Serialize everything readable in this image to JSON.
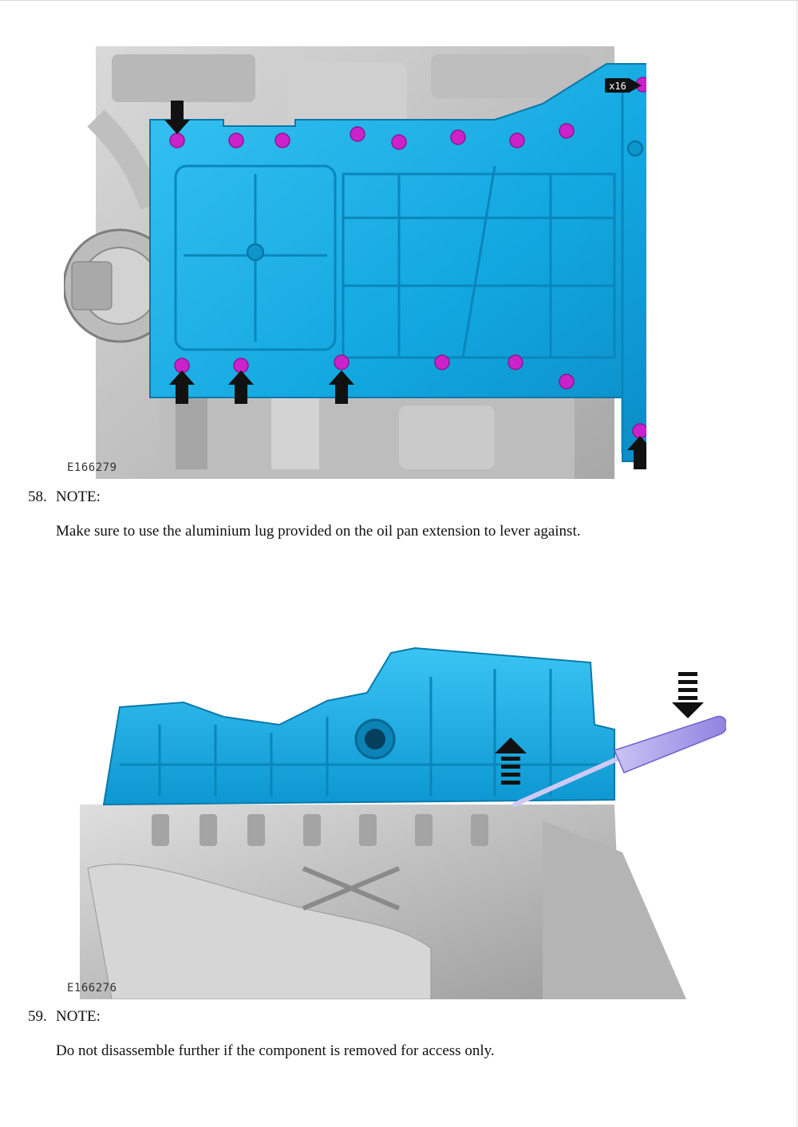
{
  "figures": [
    {
      "id": "E166279",
      "badge": "x16"
    },
    {
      "id": "E166276"
    }
  ],
  "steps": [
    {
      "number": "58.",
      "heading": "NOTE:",
      "text": "Make sure to use the aluminium lug provided on the oil pan extension to lever against."
    },
    {
      "number": "59.",
      "heading": "NOTE:",
      "text": "Do not disassemble further if the component is removed for access only."
    }
  ],
  "colors": {
    "component": "#1ab0e8",
    "component_dark": "#0a8fc4",
    "engine": "#c4c4c4",
    "engine_dark": "#8e8e8e",
    "bolt": "#cc22cc",
    "arrow": "#111111",
    "tool": "#9a8ee6"
  }
}
